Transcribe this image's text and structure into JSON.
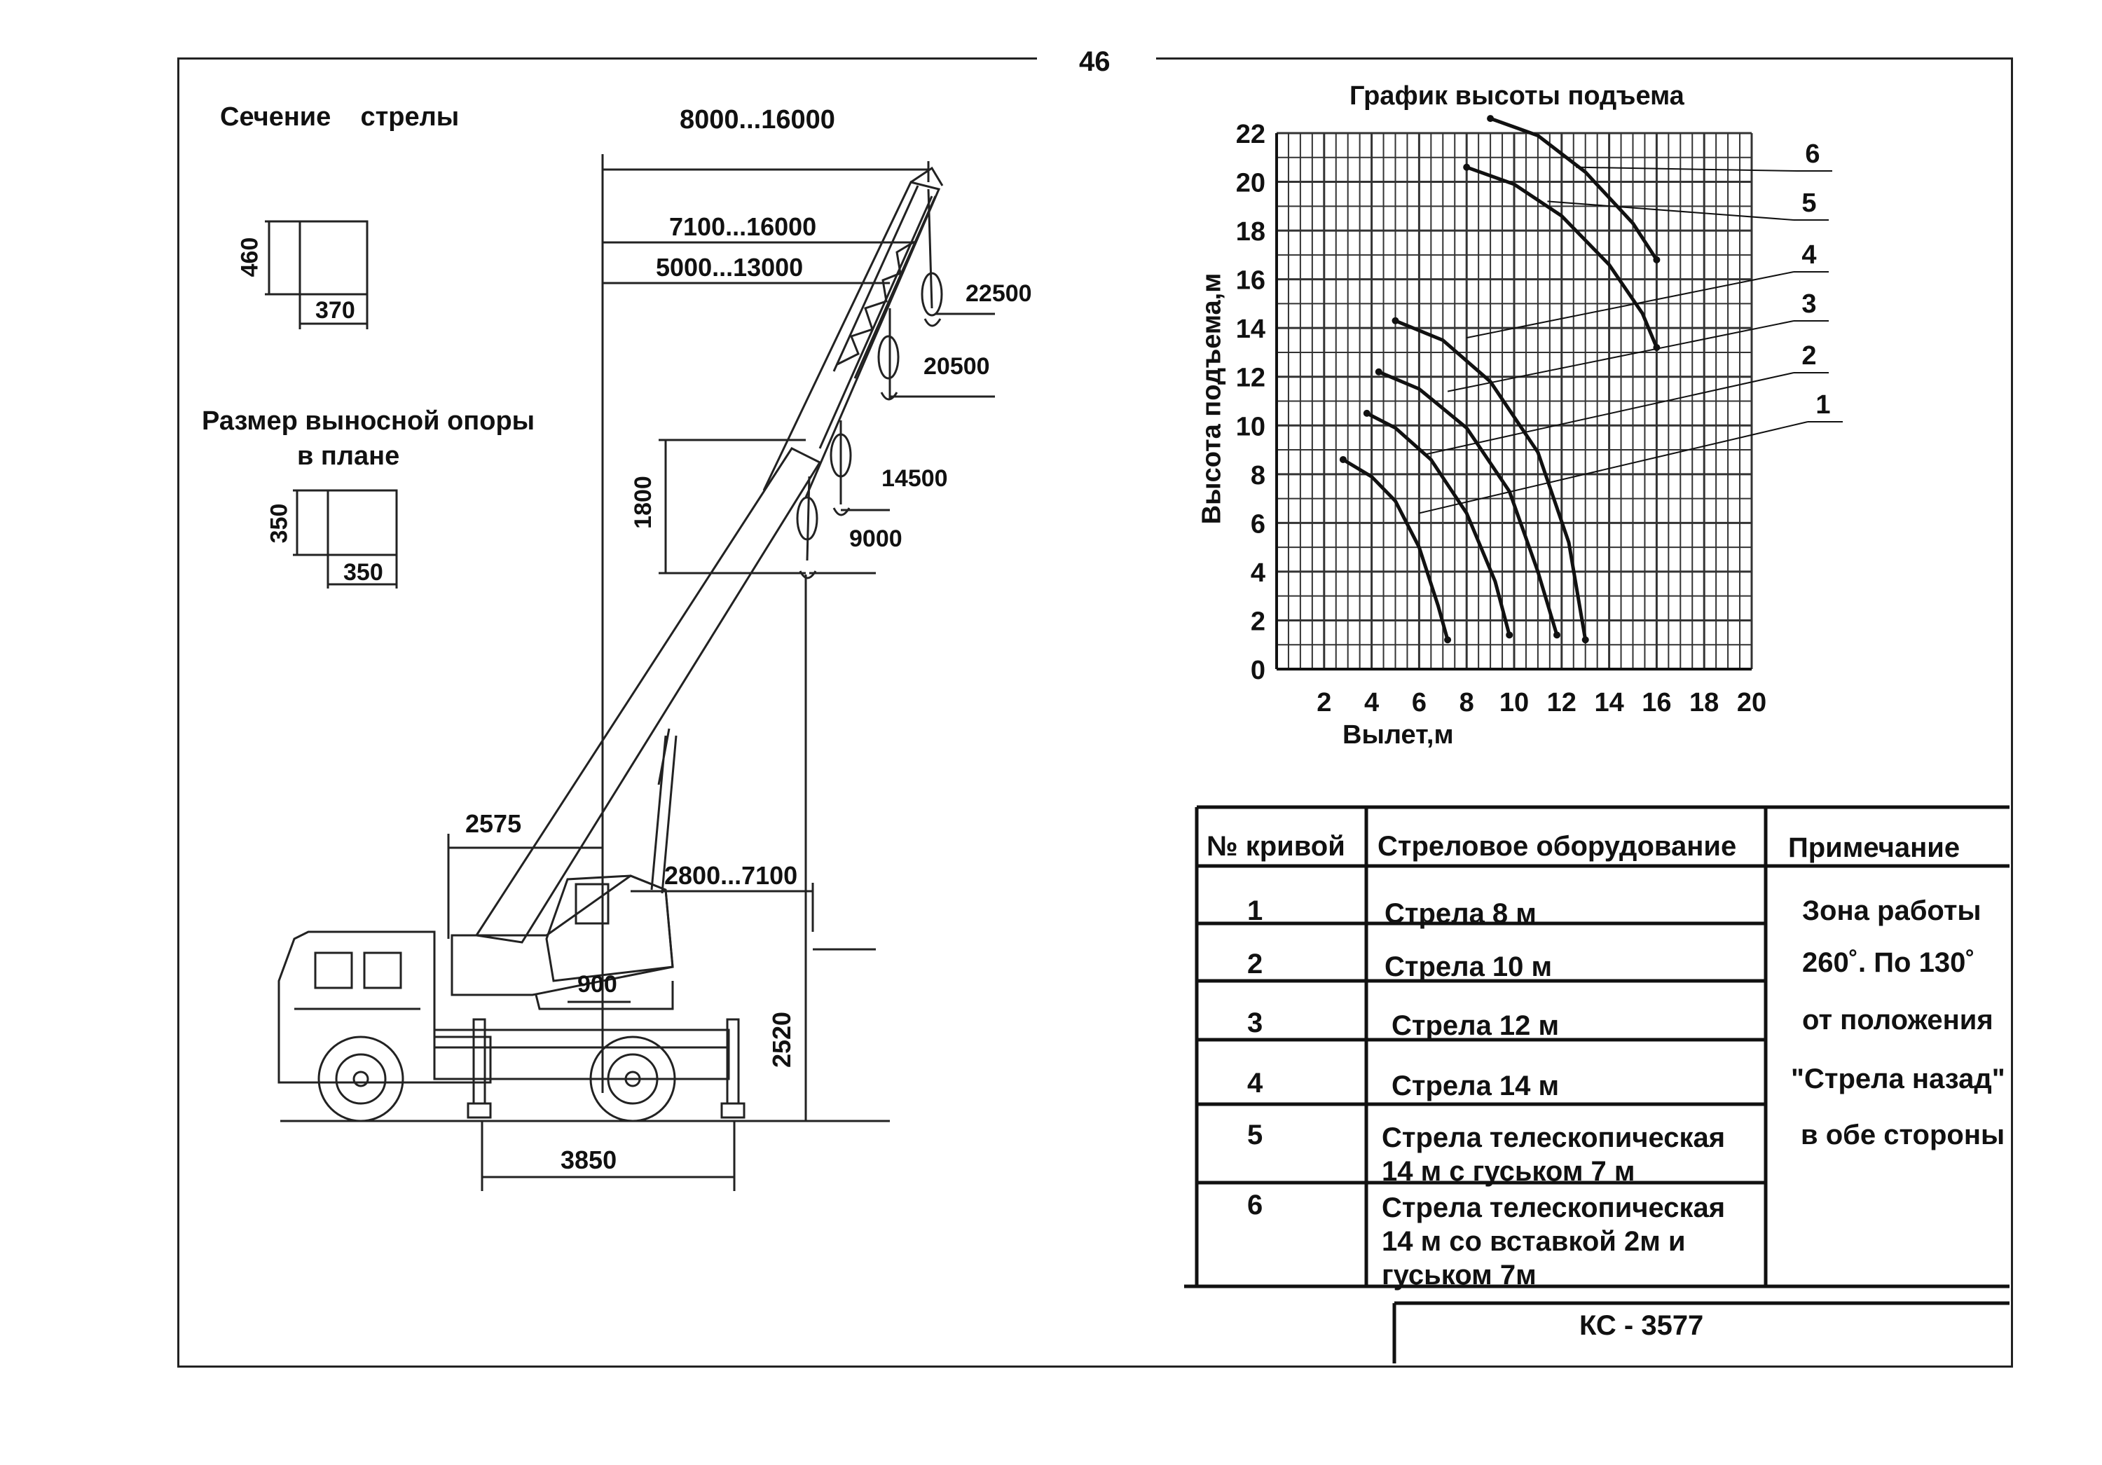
{
  "page_number": "46",
  "boom_section": {
    "title": "Сечение    стрелы",
    "height": "460",
    "width": "370"
  },
  "outrigger": {
    "title_line1": "Размер выносной опоры",
    "title_line2": "в плане",
    "height": "350",
    "width": "350"
  },
  "crane_dims": {
    "d_reach_total": "8000...16000",
    "d_reach_2": "7100...16000",
    "d_reach_3": "5000...13000",
    "h_hook_1": "22500",
    "h_hook_2": "20500",
    "h_hook_3": "14500",
    "h_hook_4": "9000",
    "v_1800": "1800",
    "d_2575": "2575",
    "d_2800": "2800...7100",
    "d_900": "900",
    "h_2520": "2520",
    "d_3850": "3850"
  },
  "chart_data": {
    "type": "line",
    "title": "График высоты подъема",
    "xlabel": "Вылет,м",
    "ylabel": "Высота подъема,м",
    "xlim": [
      0,
      20
    ],
    "ylim": [
      0,
      22
    ],
    "xticks": [
      "2",
      "4",
      "6",
      "8",
      "10",
      "12",
      "14",
      "16",
      "18",
      "20"
    ],
    "yticks": [
      "0",
      "2",
      "4",
      "6",
      "8",
      "10",
      "12",
      "14",
      "16",
      "18",
      "20",
      "22"
    ],
    "grid": true,
    "series": [
      {
        "name": "1",
        "x": [
          2.8,
          4.0,
          5.0,
          6.0,
          6.8,
          7.2
        ],
        "y": [
          8.6,
          7.9,
          6.9,
          5.0,
          2.6,
          1.2
        ]
      },
      {
        "name": "2",
        "x": [
          3.8,
          5.0,
          6.5,
          8.0,
          9.2,
          9.8
        ],
        "y": [
          10.5,
          9.9,
          8.6,
          6.4,
          3.6,
          1.4
        ]
      },
      {
        "name": "3",
        "x": [
          4.3,
          6.0,
          8.0,
          9.8,
          11.0,
          11.8
        ],
        "y": [
          12.2,
          11.5,
          9.9,
          7.3,
          4.0,
          1.4
        ]
      },
      {
        "name": "4",
        "x": [
          5.0,
          7.0,
          9.0,
          11.0,
          12.3,
          13.0
        ],
        "y": [
          14.3,
          13.5,
          11.8,
          8.9,
          5.2,
          1.2
        ]
      },
      {
        "name": "5",
        "x": [
          8.0,
          10.0,
          12.0,
          14.0,
          15.4,
          16.0
        ],
        "y": [
          20.6,
          19.9,
          18.6,
          16.6,
          14.6,
          13.2
        ]
      },
      {
        "name": "6",
        "x": [
          9.0,
          11.0,
          13.0,
          15.0,
          16.0
        ],
        "y": [
          22.6,
          21.9,
          20.4,
          18.3,
          16.8
        ]
      }
    ],
    "curve_labels": [
      "1",
      "2",
      "3",
      "4",
      "5",
      "6"
    ]
  },
  "table": {
    "headers": [
      "№ кривой",
      "Стреловое оборудование",
      "Примечание"
    ],
    "rows": [
      {
        "num": "1",
        "equipment": [
          "Стрела 8 м"
        ]
      },
      {
        "num": "2",
        "equipment": [
          "Стрела 10 м"
        ]
      },
      {
        "num": "3",
        "equipment": [
          "Стрела 12 м"
        ]
      },
      {
        "num": "4",
        "equipment": [
          "Стрела 14 м"
        ]
      },
      {
        "num": "5",
        "equipment": [
          "Стрела телескопическая",
          "14 м с гуськом 7 м"
        ]
      },
      {
        "num": "6",
        "equipment": [
          "Стрела телескопическая",
          "14 м со вставкой 2м и",
          "гуськом 7м"
        ]
      }
    ],
    "note": [
      "Зона работы",
      "260˚. По 130˚",
      "от положения",
      "\"Стрела назад\"",
      "в обе стороны"
    ]
  },
  "model": "КС - 3577"
}
